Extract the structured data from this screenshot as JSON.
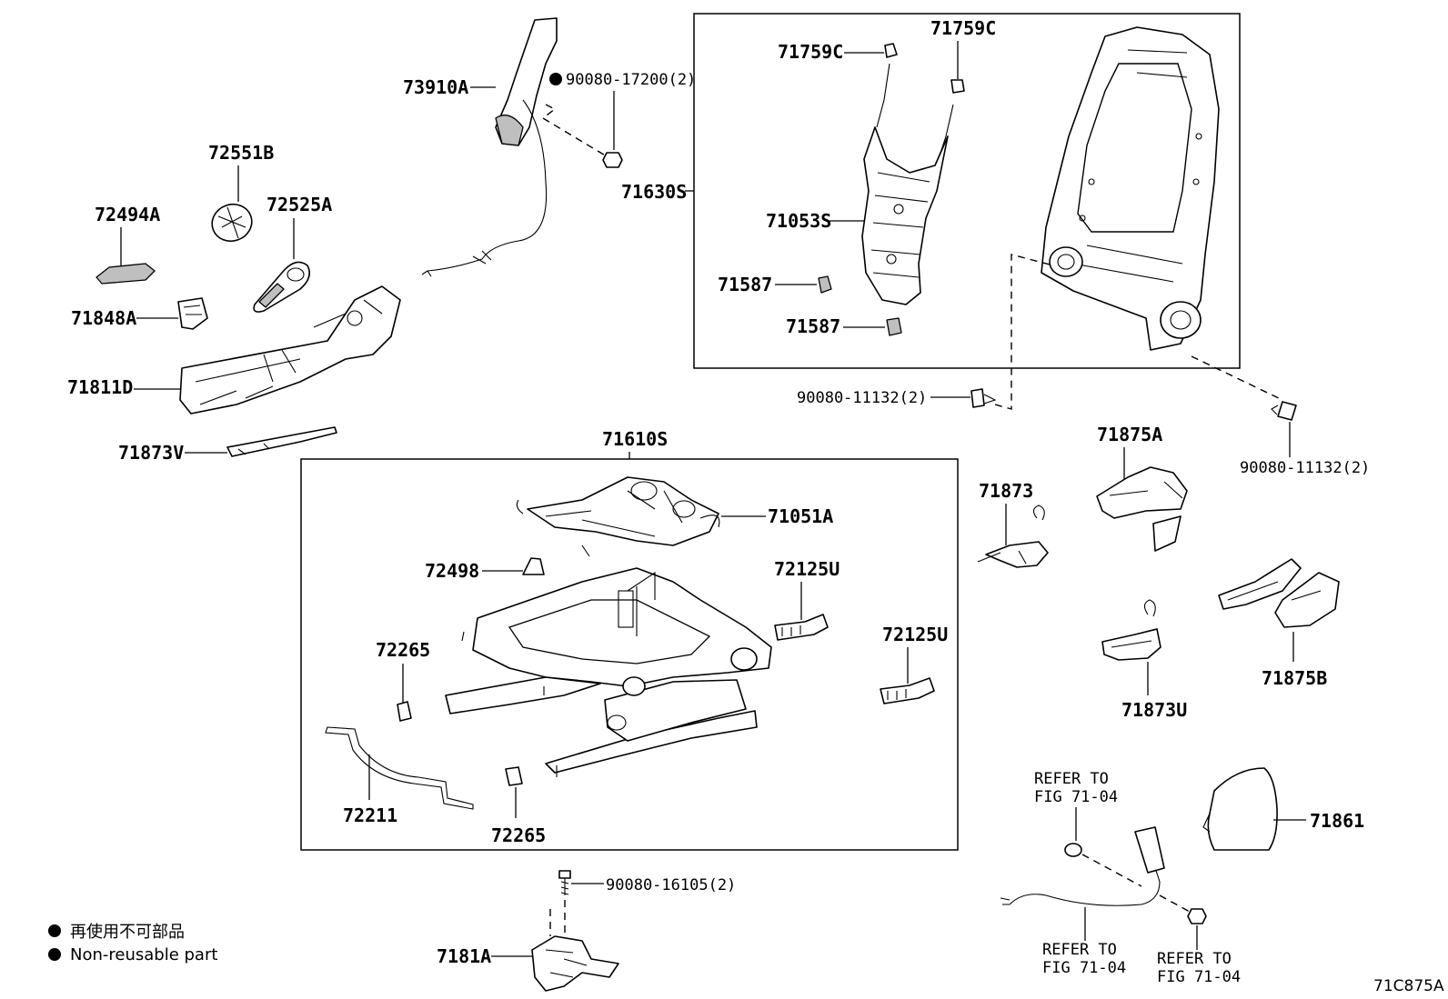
{
  "labels": {
    "p73910A": "73910A",
    "p90080_17200": "90080-17200(2)",
    "p72551B": "72551B",
    "p72494A": "72494A",
    "p72525A": "72525A",
    "p71848A": "71848A",
    "p71811D": "71811D",
    "p71873V": "71873V",
    "p71759C_a": "71759C",
    "p71759C_b": "71759C",
    "p71630S": "71630S",
    "p71053S": "71053S",
    "p71587_a": "71587",
    "p71587_b": "71587",
    "p90080_11132_a": "90080-11132(2)",
    "p90080_11132_b": "90080-11132(2)",
    "p71610S": "71610S",
    "p71051A": "71051A",
    "p72498": "72498",
    "p72125U_a": "72125U",
    "p72125U_b": "72125U",
    "p72265_a": "72265",
    "p72265_b": "72265",
    "p72211": "72211",
    "p71875A": "71875A",
    "p71873": "71873",
    "p71873U": "71873U",
    "p71875B": "71875B",
    "p71861": "71861",
    "p90080_16105": "90080-16105(2)",
    "p7181A": "7181A"
  },
  "refs": {
    "ref1_line1": "REFER TO",
    "ref1_line2": "FIG 71-04",
    "ref2_line1": "REFER TO",
    "ref2_line2": "FIG 71-04",
    "ref3_line1": "REFER TO",
    "ref3_line2": "FIG 71-04"
  },
  "legend": {
    "japanese": "再使用不可部品",
    "english": "Non-reusable part"
  },
  "diagram_code": "71C875A"
}
